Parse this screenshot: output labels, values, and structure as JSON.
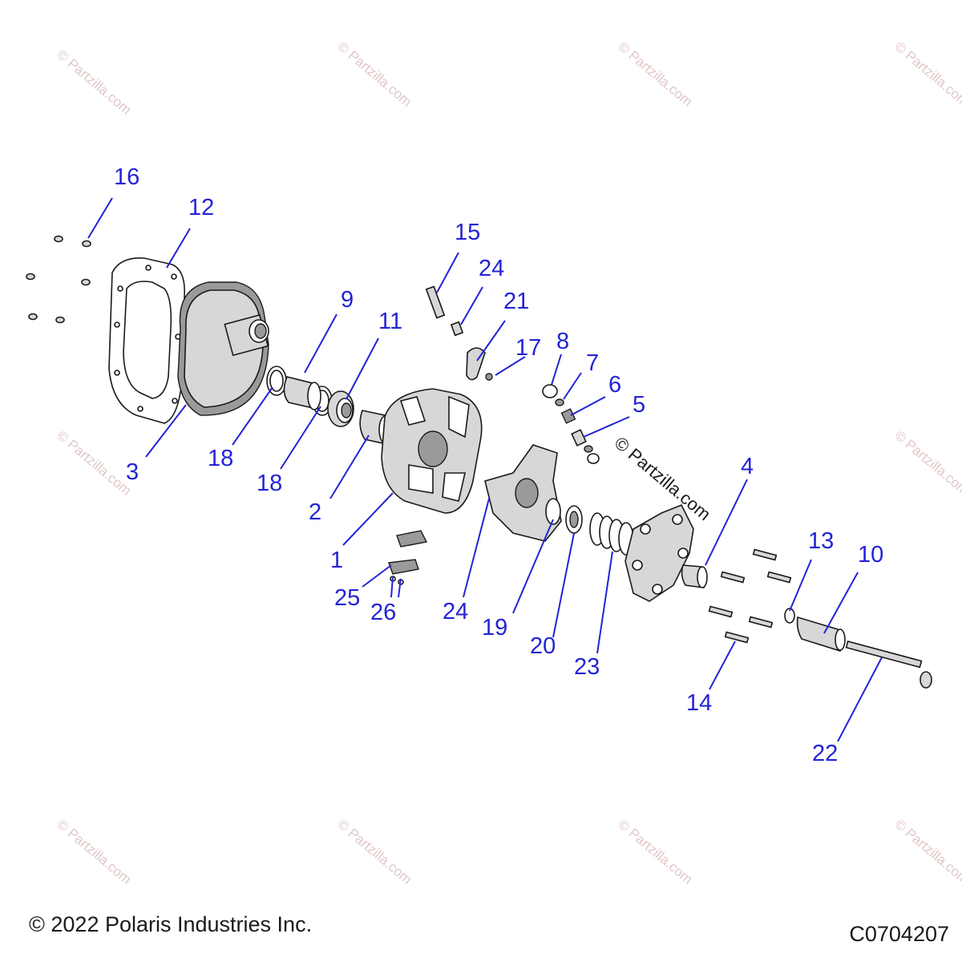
{
  "watermark": "© Partzilla.com",
  "footer": {
    "copyright": "© 2022 Polaris Industries Inc.",
    "drawing_id": "C0704207"
  },
  "callouts": [
    "16",
    "12",
    "15",
    "24",
    "21",
    "9",
    "11",
    "17",
    "8",
    "7",
    "6",
    "5",
    "3",
    "18",
    "18",
    "2",
    "4",
    "1",
    "13",
    "10",
    "25",
    "26",
    "24",
    "19",
    "20",
    "23",
    "14",
    "22"
  ],
  "colors": {
    "callout": "#2323d6",
    "line_art": "#1a1a1a",
    "watermark": "#e2c7c7"
  }
}
